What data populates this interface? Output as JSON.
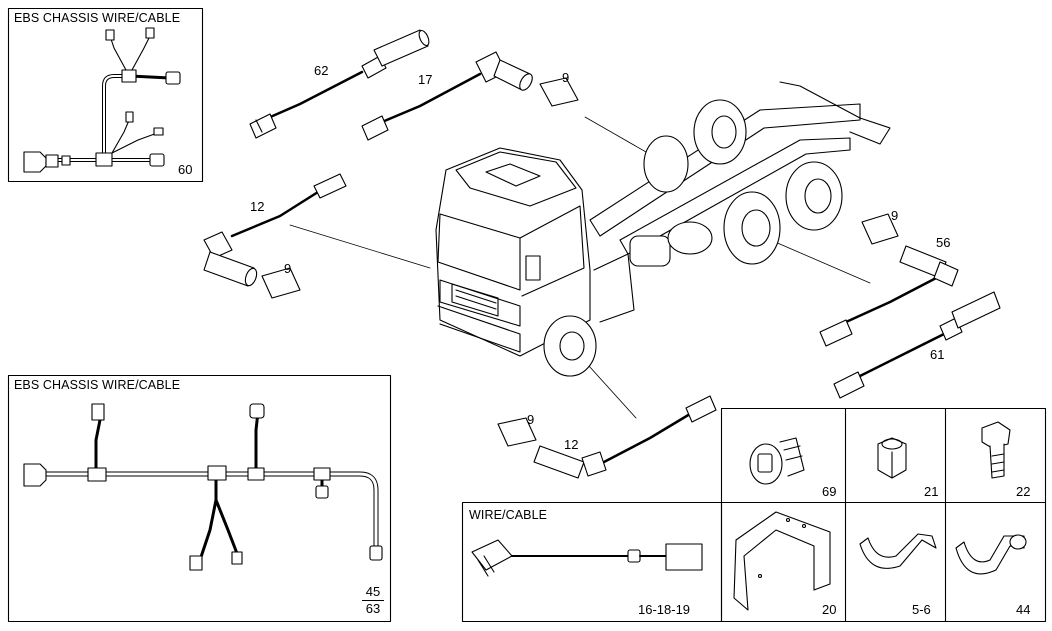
{
  "panels": {
    "top_left": {
      "title": "EBS CHASSIS WIRE/CABLE",
      "ref": "60"
    },
    "bottom_left": {
      "title": "EBS CHASSIS WIRE/CABLE",
      "ref_top": "45",
      "ref_bottom": "63"
    },
    "wire_cable": {
      "title": "WIRE/CABLE",
      "ref": "16-18-19"
    }
  },
  "callouts": {
    "sensor_62": "62",
    "sensor_17": "17",
    "clip_9_top": "9",
    "sensor_12_left": "12",
    "clip_9_left": "9",
    "clip_9_right": "9",
    "sensor_56": "56",
    "sensor_61": "61",
    "clip_9_bottom": "9",
    "sensor_12_bottom": "12"
  },
  "parts_grid": {
    "cells": [
      {
        "ref": "69",
        "part": "grommet"
      },
      {
        "ref": "21",
        "part": "nut"
      },
      {
        "ref": "22",
        "part": "bolt"
      },
      {
        "ref": "20",
        "part": "bracket"
      },
      {
        "ref": "5-6",
        "part": "clamp"
      },
      {
        "ref": "44",
        "part": "clamp-tab"
      }
    ]
  }
}
